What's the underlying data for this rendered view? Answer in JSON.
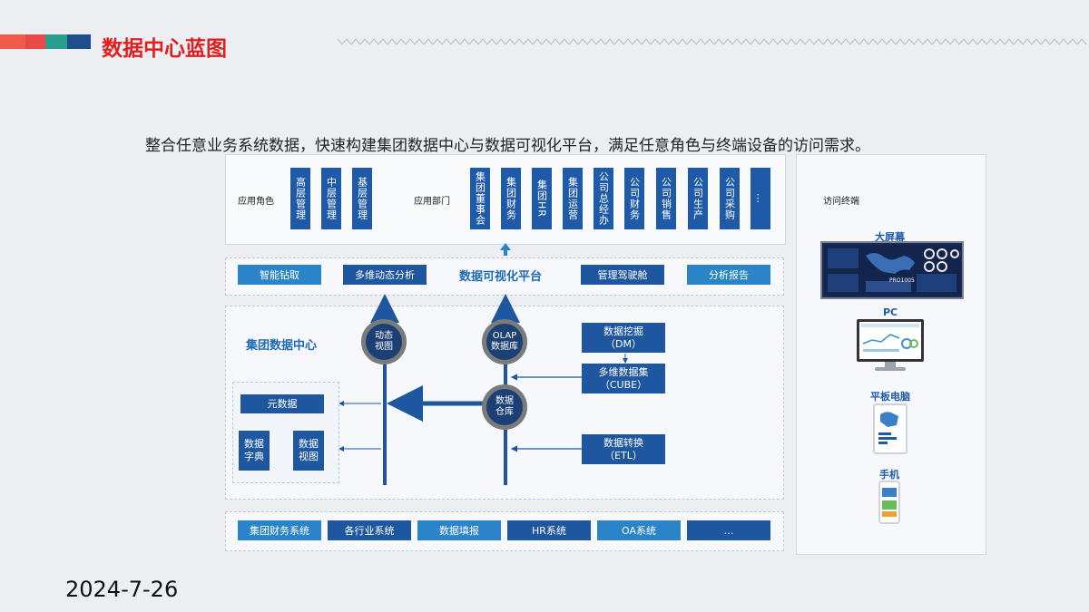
{
  "header": {
    "title": "数据中心蓝图",
    "colors": [
      "#f05a4a",
      "#2a9d8f",
      "#1f4e8c"
    ]
  },
  "subtitle": "整合任意业务系统数据，快速构建集团数据中心与数据可视化平台，满足任意角色与终端设备的访问需求。",
  "roles": {
    "label": "应用角色",
    "items": [
      "高层管理",
      "中层管理",
      "基层管理"
    ]
  },
  "depts": {
    "label": "应用部门",
    "items": [
      "集团董事会",
      "集团财务",
      "集团HR",
      "集团运营",
      "公司总经办",
      "公司财务",
      "公司销售",
      "公司生产",
      "公司采购",
      "…"
    ]
  },
  "viz": {
    "title": "数据可视化平台",
    "buttons": [
      "智能钻取",
      "多维动态分析",
      "管理驾驶舱",
      "分析报告"
    ]
  },
  "center": {
    "title": "集团数据中心",
    "dynamic_view": "动态视图",
    "olap": "OLAP数据库",
    "warehouse": "数据仓库",
    "mining": "数据挖掘（DM）",
    "cube": "多维数据集（CUBE）",
    "etl": "数据转换（ETL）",
    "metadata": "元数据",
    "dictionary": "数据字典",
    "dataview": "数据视图"
  },
  "sources": [
    "集团财务系统",
    "各行业系统",
    "数据填报",
    "HR系统",
    "OA系统",
    "…"
  ],
  "terminals": {
    "label": "访问终端",
    "devices": [
      "大屏幕",
      "PC",
      "平板电脑",
      "手机"
    ],
    "screen_text": "PRO1005"
  },
  "footer": {
    "date": "2024-7-26"
  }
}
